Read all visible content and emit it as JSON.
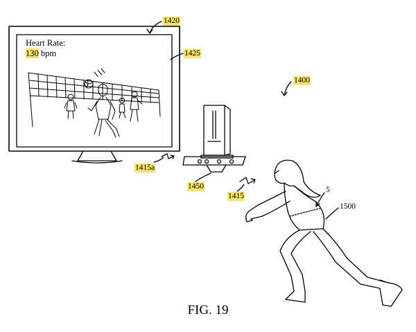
{
  "screen": {
    "heart_rate_label": "Heart Rate:",
    "heart_rate_value": "130",
    "heart_rate_unit": "bpm"
  },
  "refs": {
    "tv": "1420",
    "screen": "1425",
    "system": "1400",
    "signal_a": "1415a",
    "sensor": "1450",
    "signal": "1415",
    "wearable": "5",
    "user": "1500"
  },
  "highlight_color": "#f7e36a",
  "caption": "FIG. 19"
}
